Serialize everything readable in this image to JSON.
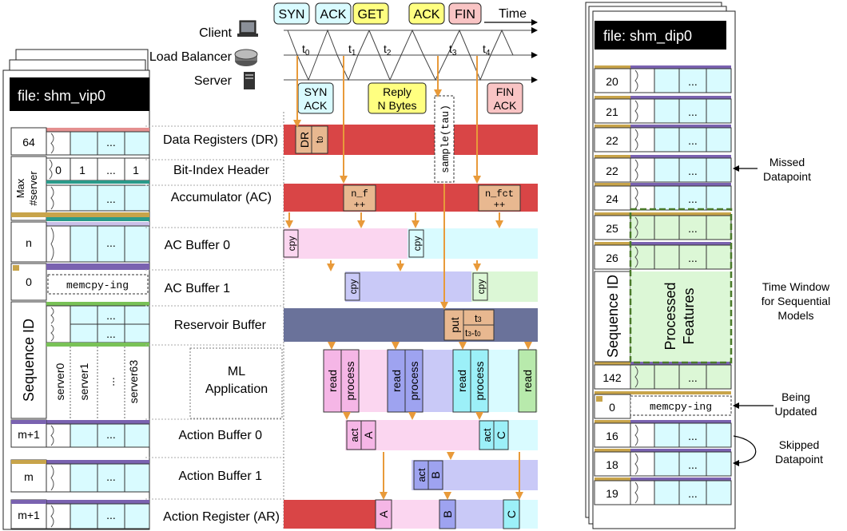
{
  "messages": {
    "syn": "SYN",
    "ack1": "ACK",
    "get": "GET",
    "ack2": "ACK",
    "fin": "FIN",
    "time": "Time"
  },
  "hosts": {
    "client": "Client",
    "lb": "Load Balancer",
    "server": "Server"
  },
  "times": {
    "t0": "t",
    "t0s": "0",
    "t1": "t",
    "t1s": "1",
    "t2": "t",
    "t2s": "2",
    "t3": "t",
    "t3s": "3",
    "t4": "t",
    "t4s": "4"
  },
  "responses": {
    "synack1": "SYN",
    "synack2": "ACK",
    "reply1": "Reply",
    "reply2": "N Bytes",
    "finack1": "FIN",
    "finack2": "ACK"
  },
  "vip": {
    "file": "file: shm_vip0",
    "dr_count": "64",
    "max_server1": "Max",
    "max_server2": "#server",
    "bits": [
      "0",
      "1",
      "...",
      "1"
    ],
    "ellipsis": "...",
    "n": "n",
    "zero": "0",
    "memcpy": "memcpy-ing",
    "sequence_id": "Sequence ID",
    "servers": [
      "server0",
      "server1",
      "...",
      "server63"
    ],
    "ab0": "m+1",
    "ab1": "m",
    "ar": "m+1"
  },
  "rows": {
    "dr": "Data Registers (DR)",
    "bih": "Bit-Index Header",
    "ac": "Accumulator (AC)",
    "acb0": "AC Buffer 0",
    "acb1": "AC Buffer 1",
    "rb": "Reservoir Buffer",
    "ml1": "ML",
    "ml2": "Application",
    "ab0": "Action Buffer 0",
    "ab1": "Action Buffer 1",
    "ar": "Action Register (AR)"
  },
  "ops": {
    "dr": "DR",
    "t0": "t",
    "t0s": "0",
    "sample": "sample(tau)",
    "nf1": "n_f",
    "nf2": "++",
    "nfct1": "n_fct",
    "nfct2": "++",
    "cpy": "cpy",
    "put": "put",
    "t3": "t",
    "t3s": "3",
    "t3t0": "t",
    "t3t0a": "3",
    "t3t0b": "-t",
    "t3t0c": "0",
    "read": "read",
    "process": "process",
    "act": "act",
    "a": "A",
    "b": "B",
    "c": "C"
  },
  "dip": {
    "file": "file: shm_dip0",
    "seqs": [
      "20",
      "21",
      "22",
      "22",
      "24",
      "25",
      "26",
      "142",
      "0",
      "16",
      "18",
      "19"
    ],
    "ellipsis": "...",
    "sequence_id": "Sequence ID",
    "processed1": "Processed",
    "processed2": "Features",
    "memcpy": "memcpy-ing"
  },
  "annotations": {
    "missed1": "Missed",
    "missed2": "Datapoint",
    "window1": "Time Window",
    "window2": "for Sequential",
    "window3": "Models",
    "updated1": "Being",
    "updated2": "Updated",
    "skipped1": "Skipped",
    "skipped2": "Datapoint"
  },
  "colors": {
    "red": "#d94546",
    "pink": "#fbd6f0",
    "blue": "#c9c9f7",
    "green": "#dcf7d6",
    "cyan": "#d9fbff",
    "slate": "#6a729a",
    "tan": "#e8b890",
    "orange": "#f0a040",
    "yellow": "#ffff80",
    "salmon": "#f9c4c4",
    "purple": "#7a62b0",
    "gold": "#c8a44a"
  }
}
